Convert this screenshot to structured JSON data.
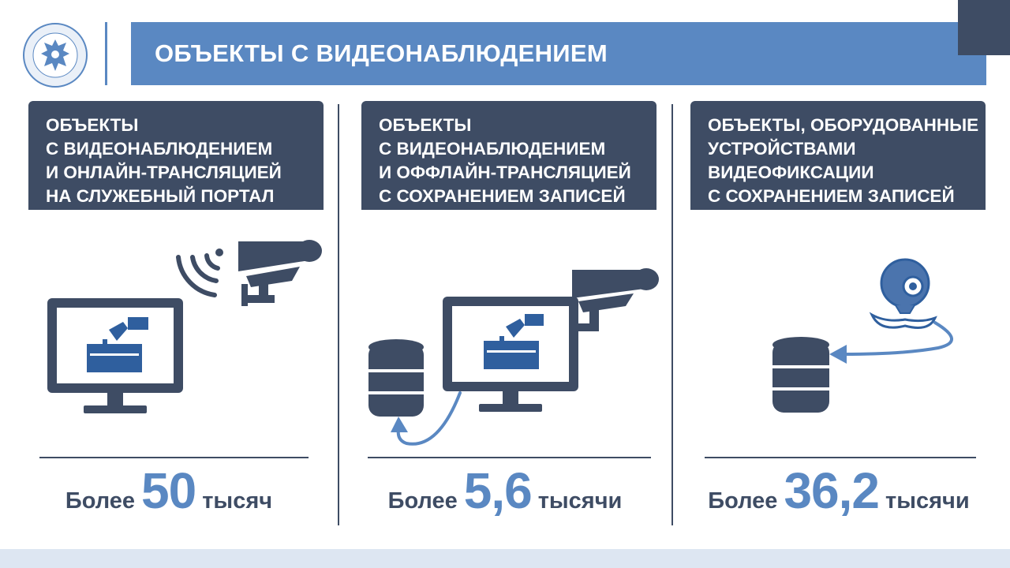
{
  "header": {
    "title": "ОБЪЕКТЫ С ВИДЕОНАБЛЮДЕНИЕМ",
    "logo_icon": "emblem-icon"
  },
  "columns": [
    {
      "header_lines": [
        "ОБЪЕКТЫ",
        "С ВИДЕОНАБЛЮДЕНИЕМ",
        "И ОНЛАЙН-ТРАНСЛЯЦИЕЙ",
        "НА СЛУЖЕБНЫЙ ПОРТАЛ"
      ],
      "stat_prefix": "Более",
      "stat_value": "50",
      "stat_suffix": "тысяч",
      "icons": [
        "monitor-ballot-icon",
        "wifi-signal-icon",
        "cctv-camera-icon"
      ]
    },
    {
      "header_lines": [
        "ОБЪЕКТЫ",
        "С ВИДЕОНАБЛЮДЕНИЕМ",
        "И ОФФЛАЙН-ТРАНСЛЯЦИЕЙ",
        "С СОХРАНЕНИЕМ ЗАПИСЕЙ"
      ],
      "stat_prefix": "Более",
      "stat_value": "5,6",
      "stat_suffix": "тысячи",
      "icons": [
        "database-icon",
        "monitor-ballot-icon",
        "cctv-camera-icon",
        "curved-arrow-icon"
      ]
    },
    {
      "header_lines": [
        "ОБЪЕКТЫ, ОБОРУДОВАННЫЕ",
        "УСТРОЙСТВАМИ",
        "ВИДЕОФИКСАЦИИ",
        "С СОХРАНЕНИЕМ ЗАПИСЕЙ"
      ],
      "stat_prefix": "Более",
      "stat_value": "36,2",
      "stat_suffix": "тысячи",
      "icons": [
        "database-icon",
        "webcam-icon",
        "curved-arrow-icon"
      ]
    }
  ],
  "colors": {
    "accent_blue": "#5a88c2",
    "dark_slate": "#3e4c64",
    "ballot_blue": "#2f5f9e",
    "footer_band": "#dde6f2"
  }
}
